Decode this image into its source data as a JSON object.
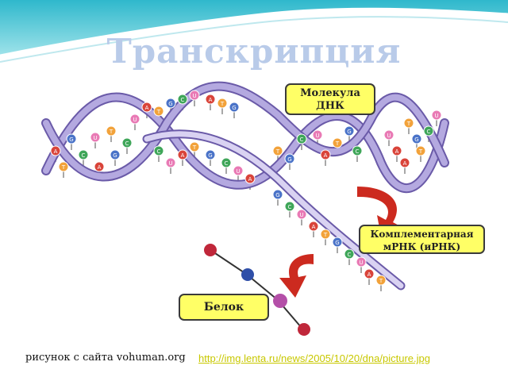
{
  "slide": {
    "title": "Транскрипция",
    "labels": {
      "dna": "Молекула ДНК",
      "mrna": "Комплементарная мРНК (иРНК)",
      "protein": "Белок"
    },
    "caption": "рисунок с сайта vohuman.org",
    "source_link": "http://img.lenta.ru/news/2005/10/20/dna/picture.jpg"
  },
  "bases": [
    "A",
    "T",
    "G",
    "C",
    "U"
  ],
  "colors": {
    "header_teal": "#34c1d2",
    "header_light": "#dff6f8",
    "title": "#b9cbe9",
    "strand": "#9b8ed0",
    "strand_edge": "#6a5aa8",
    "label_fill": "#ffff66",
    "arrow": "#cc2a1f",
    "link": "#c8c800",
    "base_red": "#d9443a",
    "base_orange": "#f2a23a",
    "base_blue": "#4a73c8",
    "base_green": "#3fa659",
    "base_pink": "#e97ab5"
  }
}
